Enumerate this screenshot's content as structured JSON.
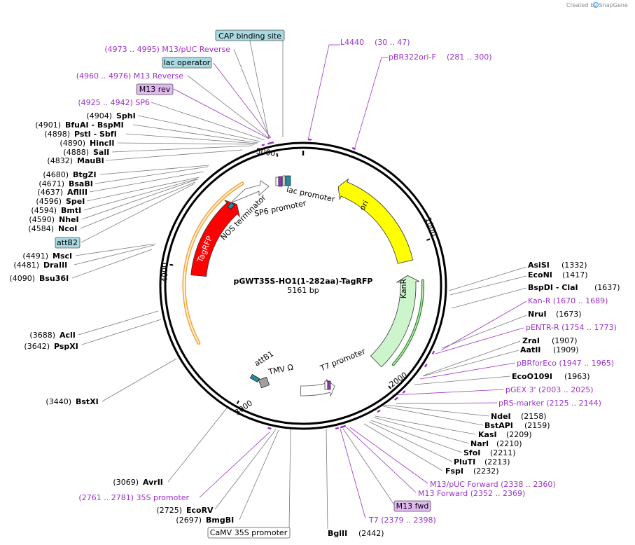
{
  "credit": "Created by SnapGene",
  "plasmid": {
    "name": "pGWT35S-HO1(1-282aa)-TagRFP",
    "size_label": "5161 bp",
    "length": 5161
  },
  "ticks": [
    "1000",
    "2000",
    "3000",
    "4000",
    "5000"
  ],
  "features": [
    {
      "name": "ori",
      "color": "#ffff00"
    },
    {
      "name": "KanR",
      "color": "#ccf5cc"
    },
    {
      "name": "TagRFP",
      "color": "#ff0000"
    },
    {
      "name": "lac promoter",
      "color": "#ffffff"
    },
    {
      "name": "SP6 promoter",
      "color": "#ffffff"
    },
    {
      "name": "NOS terminator",
      "color": "#2a8a9a"
    },
    {
      "name": "T7 promoter",
      "color": "#ffffff"
    },
    {
      "name": "TMV Ω",
      "color": "#a0a0a0"
    },
    {
      "name": "attB1",
      "color": "#2a8a9a"
    }
  ],
  "left_labels": [
    {
      "text": "CAP binding site",
      "style": "box",
      "box_color": "#a8d8e0"
    },
    {
      "text": "(4973 .. 4995)  M13/pUC Reverse",
      "style": "purple"
    },
    {
      "text": "lac operator",
      "style": "box",
      "box_color": "#a8d8e0"
    },
    {
      "text": "(4960 .. 4976)  M13 Reverse",
      "style": "purple"
    },
    {
      "text": "M13 rev",
      "style": "box",
      "box_color": "#e0b8f0"
    },
    {
      "text": "(4925 .. 4942)  SP6",
      "style": "purple"
    },
    {
      "pos": "(4904)",
      "name": "SphI"
    },
    {
      "pos": "(4901)",
      "name": "BfuAI  - BspMI"
    },
    {
      "pos": "(4898)",
      "name": "PstI  - SbfI"
    },
    {
      "pos": "(4890)",
      "name": "HincII"
    },
    {
      "pos": "(4888)",
      "name": "SalI"
    },
    {
      "pos": "(4832)",
      "name": "MauBI"
    },
    {
      "pos": "(4680)",
      "name": "BtgZI"
    },
    {
      "pos": "(4671)",
      "name": "BsaBI"
    },
    {
      "pos": "(4637)",
      "name": "AflIII"
    },
    {
      "pos": "(4596)",
      "name": "SpeI"
    },
    {
      "pos": "(4594)",
      "name": "BmtI"
    },
    {
      "pos": "(4590)",
      "name": "NheI"
    },
    {
      "pos": "(4584)",
      "name": "NcoI"
    },
    {
      "text": "attB2",
      "style": "box",
      "box_color": "#a8d8e0"
    },
    {
      "pos": "(4491)",
      "name": "MscI"
    },
    {
      "pos": "(4481)",
      "name": "DraIII"
    },
    {
      "pos": "(4090)",
      "name": "Bsu36I"
    },
    {
      "pos": "(3688)",
      "name": "AclI"
    },
    {
      "pos": "(3642)",
      "name": "PspXI"
    },
    {
      "pos": "(3440)",
      "name": "BstXI"
    },
    {
      "pos": "(3069)",
      "name": "AvrII"
    },
    {
      "text": "(2761 .. 2781)  35S promoter",
      "style": "purple"
    },
    {
      "pos": "(2725)",
      "name": "EcoRV"
    },
    {
      "pos": "(2697)",
      "name": "BmgBI"
    }
  ],
  "top_labels": [
    {
      "text": "L4440",
      "range": "(30 .. 47)"
    },
    {
      "text": "pBR322ori-F",
      "range": "(281 .. 300)"
    }
  ],
  "right_labels": [
    {
      "name": "AsiSI",
      "pos": "(1332)"
    },
    {
      "name": "EcoNI",
      "pos": "(1417)"
    },
    {
      "name": "BspDI  - ClaI",
      "pos": "(1637)"
    },
    {
      "text": "Kan-R    (1670 .. 1689)",
      "style": "purple"
    },
    {
      "name": "NruI",
      "pos": "(1673)"
    },
    {
      "text": "pENTR-R    (1754 .. 1773)",
      "style": "purple"
    },
    {
      "name": "ZraI",
      "pos": "(1907)"
    },
    {
      "name": "AatII",
      "pos": "(1909)"
    },
    {
      "text": "pBRforEco    (1947 .. 1965)",
      "style": "purple"
    },
    {
      "name": "EcoO109I",
      "pos": "(1963)"
    },
    {
      "text": "pGEX 3'    (2003 .. 2025)",
      "style": "purple"
    },
    {
      "text": "pRS-marker    (2125 .. 2144)",
      "style": "purple"
    },
    {
      "name": "NdeI",
      "pos": "(2158)"
    },
    {
      "name": "BstAPI",
      "pos": "(2159)"
    },
    {
      "name": "KasI",
      "pos": "(2209)"
    },
    {
      "name": "NarI",
      "pos": "(2210)"
    },
    {
      "name": "SfoI",
      "pos": "(2211)"
    },
    {
      "name": "PluTI",
      "pos": "(2213)"
    },
    {
      "name": "FspI",
      "pos": "(2232)"
    },
    {
      "text": "M13/pUC Forward    (2338 .. 2360)",
      "style": "purple"
    },
    {
      "text": "M13 Forward    (2352 .. 2369)",
      "style": "purple"
    },
    {
      "text": "M13 fwd",
      "style": "box",
      "box_color": "#e0b8f0"
    },
    {
      "text": "T7    (2379 .. 2398)",
      "style": "purple"
    }
  ],
  "bottom_labels": [
    {
      "text": "CaMV 35S promoter",
      "style": "box",
      "box_color": "#ffffff"
    },
    {
      "name": "BglII",
      "pos": "(2442)"
    }
  ]
}
